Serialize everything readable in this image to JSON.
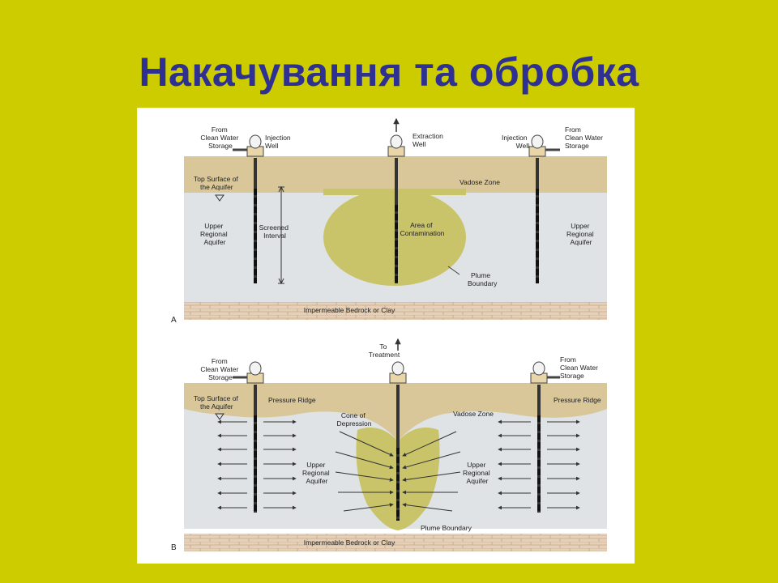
{
  "slide": {
    "title": "Накачування та обробка"
  },
  "diagram_a": {
    "panel_letter": "A",
    "from_clean_water_left": [
      "From",
      "Clean Water",
      "Storage"
    ],
    "injection_well_left": [
      "Injection",
      "Well"
    ],
    "extraction_well": [
      "Extraction",
      "Well"
    ],
    "injection_well_right": [
      "Injection",
      "Well"
    ],
    "from_clean_water_right": [
      "From",
      "Clean Water",
      "Storage"
    ],
    "vadose_zone": "Vadose Zone",
    "top_surface": [
      "Top Surface of",
      "the Aquifer"
    ],
    "screened_interval": [
      "Screened",
      "Interval"
    ],
    "upper_aquifer_left": [
      "Upper",
      "Regional",
      "Aquifer"
    ],
    "area_of_contamination": [
      "Area of",
      "Contamination"
    ],
    "upper_aquifer_right": [
      "Upper",
      "Regional",
      "Aquifer"
    ],
    "plume_boundary": [
      "Plume",
      "Boundary"
    ],
    "bedrock": "Impermeable Bedrock or Clay"
  },
  "diagram_b": {
    "panel_letter": "B",
    "to_treatment": [
      "To",
      "Treatment"
    ],
    "from_clean_water_left": [
      "From",
      "Clean Water",
      "Storage"
    ],
    "from_clean_water_right": [
      "From",
      "Clean Water",
      "Storage"
    ],
    "top_surface": [
      "Top Surface of",
      "the Aquifer"
    ],
    "pressure_ridge_left": "Pressure Ridge",
    "pressure_ridge_right": "Pressure Ridge",
    "cone_of_depression": [
      "Cone of",
      "Depression"
    ],
    "vadose_zone": "Vadose Zone",
    "upper_aquifer_left": [
      "Upper",
      "Regional",
      "Aquifer"
    ],
    "upper_aquifer_right": [
      "Upper",
      "Regional",
      "Aquifer"
    ],
    "plume_boundary": "Plume Boundary",
    "bedrock": "Impermeable Bedrock or Clay"
  },
  "colors": {
    "background": "#cccc00",
    "title": "#2e3192",
    "vadose": "#d9c79a",
    "aquifer": "#dfe3e6",
    "plume": "#c9c36a",
    "bedrock": "#e6d0b8"
  }
}
